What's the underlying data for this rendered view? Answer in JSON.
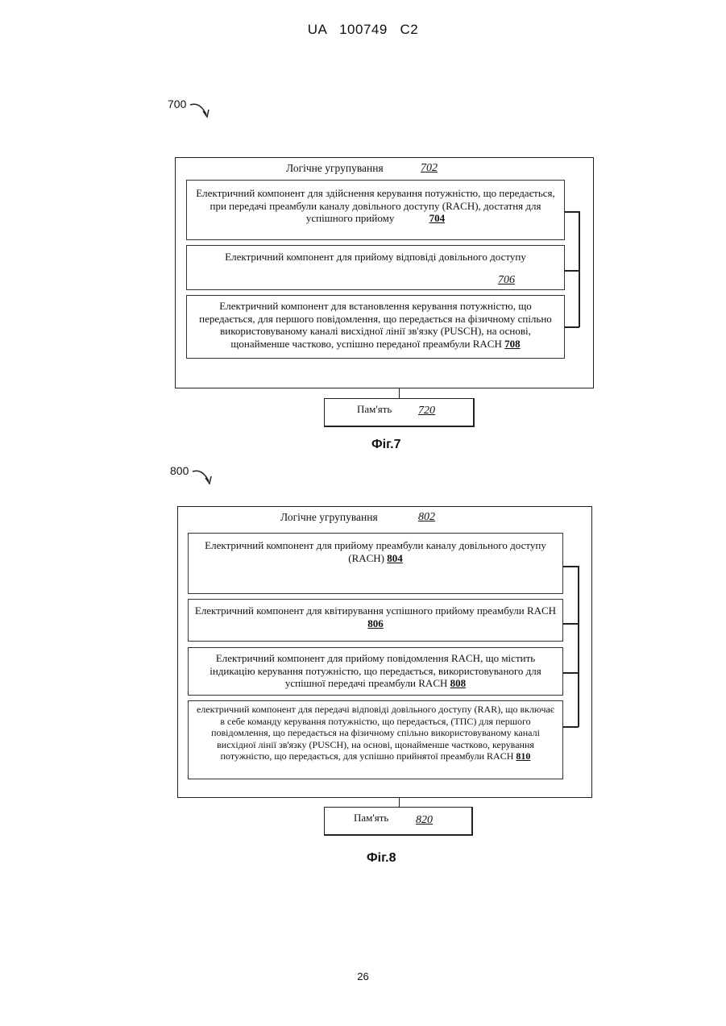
{
  "header": {
    "patent": "UA   100749   C2"
  },
  "fig7": {
    "ref_number": "700",
    "group_label": "Логічне угрупування",
    "group_ref": "702",
    "components": [
      {
        "text": "Електричний компонент для здійснення керування потужністю, що передається, при передачі преамбули каналу довільного доступу (RACH), достатня для успішного прийому",
        "ref": "704"
      },
      {
        "text": "Електричний компонент для прийому відповіді довільного доступу",
        "ref": "706"
      },
      {
        "text": "Електричний компонент для встановлення керування потужністю, що передається, для першого повідомлення, що передається на фізичному спільно використовуваному каналі висхідної лінії зв'язку (PUSCH), на основі, щонайменше частково, успішно переданої преамбули RACH",
        "ref": "708"
      }
    ],
    "memory_label": "Пам'ять",
    "memory_ref": "720",
    "caption": "Фіг.7"
  },
  "fig8": {
    "ref_number": "800",
    "group_label": "Логічне угрупування",
    "group_ref": "802",
    "components": [
      {
        "text": "Електричний компонент для прийому преамбули каналу довільного доступу (RACH)",
        "ref": "804"
      },
      {
        "text": "Електричний компонент для квітирування успішного прийому преамбули RACH",
        "ref": "806"
      },
      {
        "text": "Електричний компонент для прийому повідомлення RACH, що містить індикацію керування потужністю, що передається, використовуваного для успішної передачі преамбули RACH",
        "ref": "808"
      },
      {
        "text": "електричний компонент для передачі відповіді довільного доступу (RAR), що включає в себе команду керування потужністю, що передається, (ТПС) для першого повідомлення, що передається на фізичному спільно використовуваному каналі висхідної лінії зв'язку (PUSCH), на основі, щонайменше частково, керування потужністю, що передається, для успішно прийнятої преамбули RACH",
        "ref": "810"
      }
    ],
    "memory_label": "Пам'ять",
    "memory_ref": "820",
    "caption": "Фіг.8"
  },
  "page_number": "26"
}
